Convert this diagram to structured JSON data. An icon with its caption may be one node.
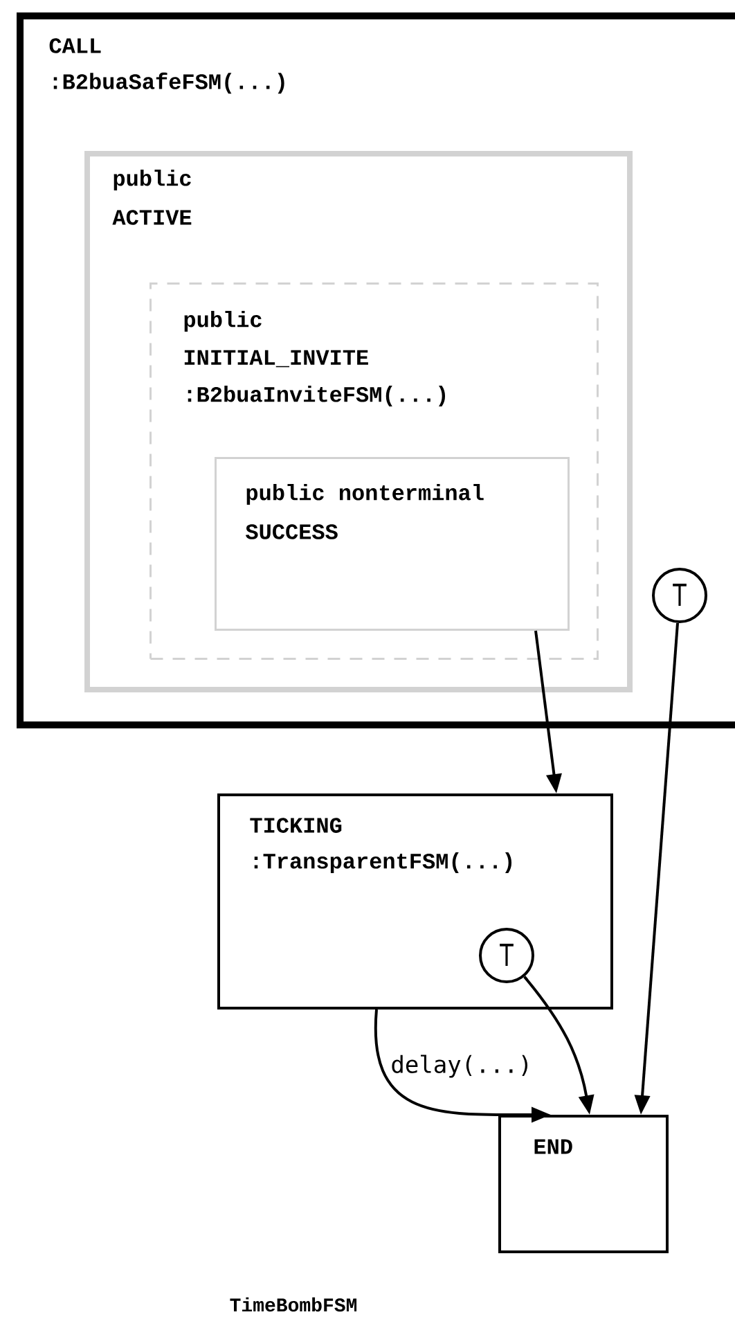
{
  "diagram": {
    "caption": "TimeBombFSM",
    "nodes": [
      {
        "text": [
          "CALL",
          ":B2buaSafeFSM(...)"
        ]
      },
      {
        "text": [
          "public",
          "ACTIVE"
        ],
        "in": 0
      },
      {
        "text": [
          "public",
          "INITIAL_INVITE",
          ":B2buaInviteFSM(...)"
        ],
        "in": 1
      },
      {
        "text": [
          "public nonterminal",
          "SUCCESS"
        ],
        "in": 2
      },
      {
        "text": [
          "T"
        ],
        "in": 0
      },
      {
        "text": [
          "TICKING",
          ":TransparentFSM(...)"
        ]
      },
      {
        "text": [
          "T"
        ],
        "in": 5
      },
      {
        "text": [
          "END"
        ]
      }
    ],
    "edges": [
      {
        "from": 3,
        "to": 5,
        "arrow": "to"
      },
      {
        "from": 4,
        "to": 7,
        "arrow": "to"
      },
      {
        "from": 6,
        "to": 7,
        "arrow": "to"
      },
      {
        "from": 5,
        "to": 7,
        "arrow": "to",
        "label": "delay(...)"
      }
    ]
  }
}
